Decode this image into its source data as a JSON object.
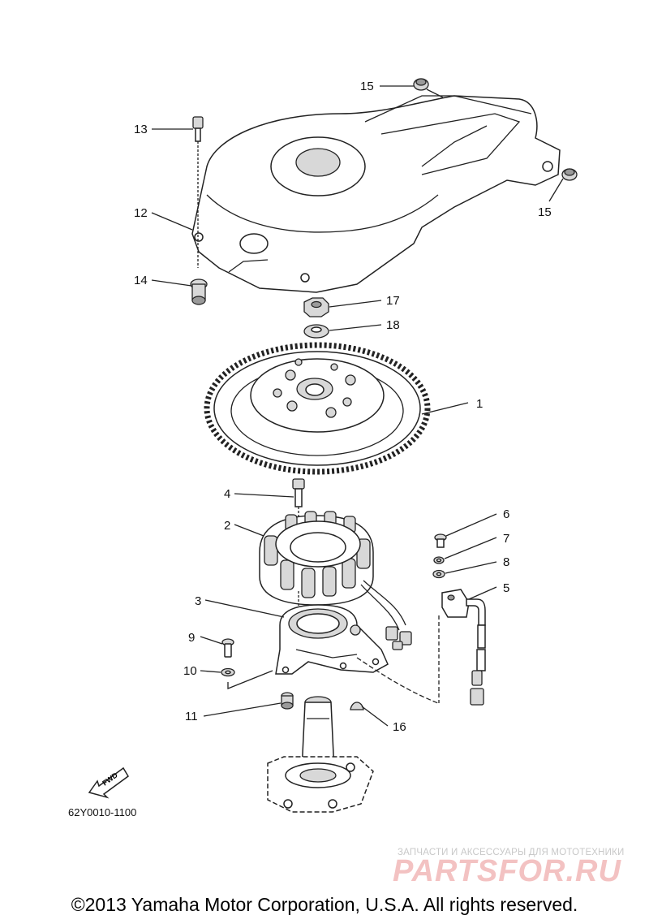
{
  "diagram": {
    "drawing_code": "62Y0010-1100",
    "fwd_label": "FWD",
    "callouts": {
      "c1": "1",
      "c2": "2",
      "c3": "3",
      "c4": "4",
      "c5": "5",
      "c6": "6",
      "c7": "7",
      "c8": "8",
      "c9": "9",
      "c10": "10",
      "c11": "11",
      "c12": "12",
      "c13": "13",
      "c14": "14",
      "c15a": "15",
      "c15b": "15",
      "c16": "16",
      "c17": "17",
      "c18": "18"
    }
  },
  "watermark": {
    "tagline": "ЗАПЧАСТИ И АКСЕССУАРЫ ДЛЯ МОТОТЕХНИКИ",
    "logo": "PARTSFOR.RU"
  },
  "footer": {
    "copyright": "©2013 Yamaha Motor Corporation, U.S.A. All rights reserved."
  }
}
